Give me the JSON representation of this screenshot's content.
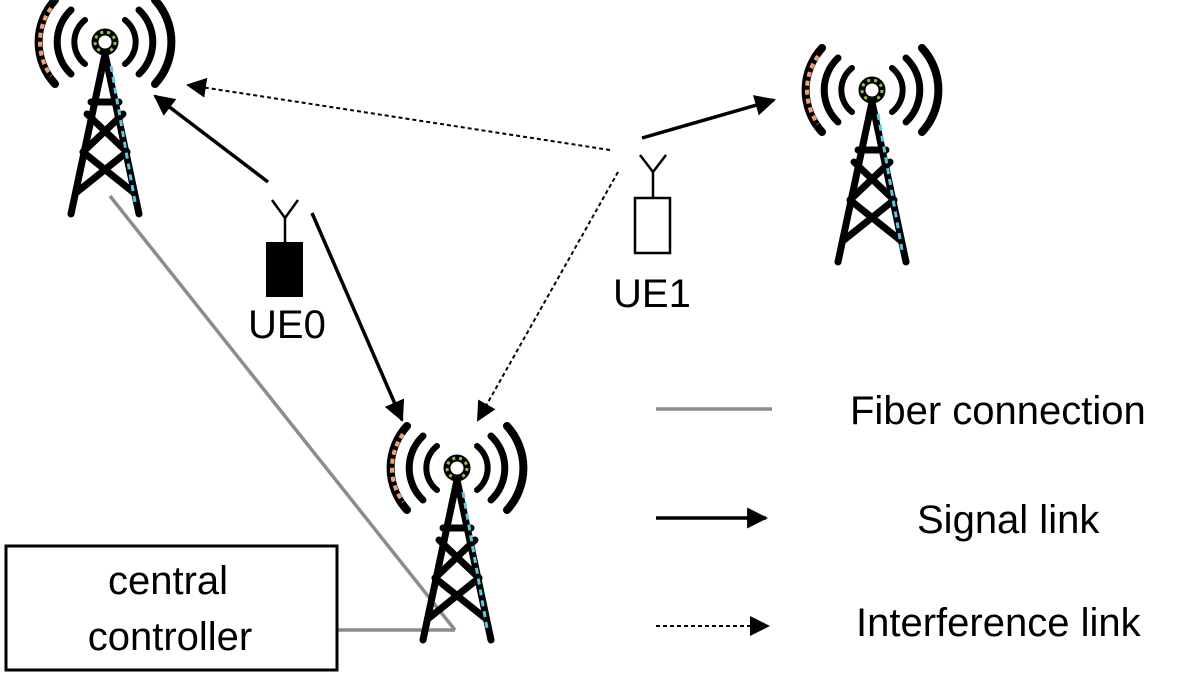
{
  "nodes": {
    "ue0": {
      "label": "UE0"
    },
    "ue1": {
      "label": "UE1"
    },
    "controller": {
      "line1": "central",
      "line2": "controller"
    }
  },
  "towers": [
    {
      "id": "tower-top-left"
    },
    {
      "id": "tower-top-right"
    },
    {
      "id": "tower-bottom-center"
    }
  ],
  "legend": {
    "fiber": "Fiber connection",
    "signal": "Signal link",
    "interference": "Interference link"
  },
  "colors": {
    "fiber": "#8c8c8c",
    "link": "#000000",
    "sparkle_orange": "#f0a070",
    "sparkle_green": "#8ec63f",
    "sparkle_cyan": "#5bc8e8"
  }
}
